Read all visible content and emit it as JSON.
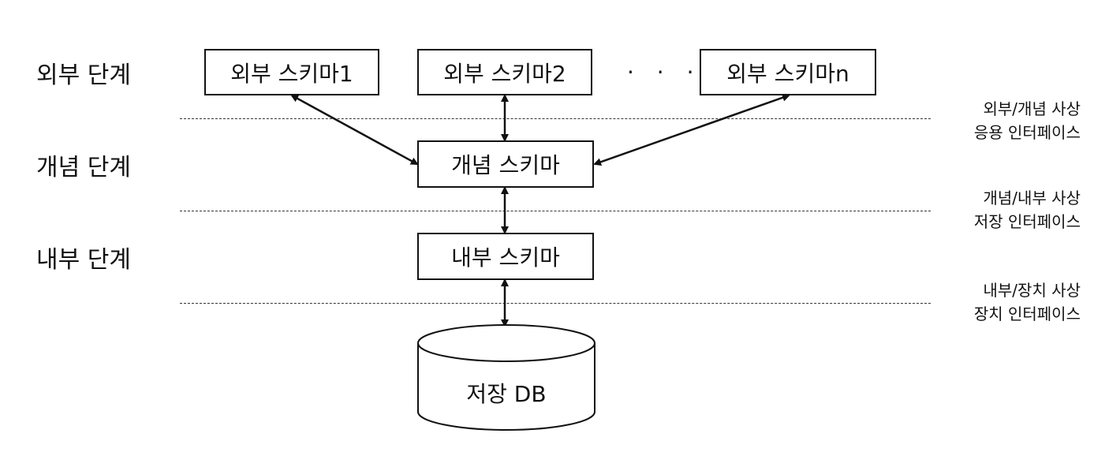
{
  "levels": {
    "external": "외부 단계",
    "conceptual": "개념 단계",
    "internal": "내부 단계"
  },
  "schemas": {
    "external_1": "외부 스키마1",
    "external_2": "외부 스키마2",
    "external_n": "외부 스키마n",
    "ellipsis": "· · ·",
    "conceptual": "개념 스키마",
    "internal": "내부 스키마"
  },
  "mappings": {
    "external_conceptual": {
      "line1": "외부/개념 사상",
      "line2": "응용 인터페이스"
    },
    "conceptual_internal": {
      "line1": "개념/내부 사상",
      "line2": "저장 인터페이스"
    },
    "internal_device": {
      "line1": "내부/장치 사상",
      "line2": "장치 인터페이스"
    }
  },
  "storage": {
    "label": "저장 DB"
  }
}
